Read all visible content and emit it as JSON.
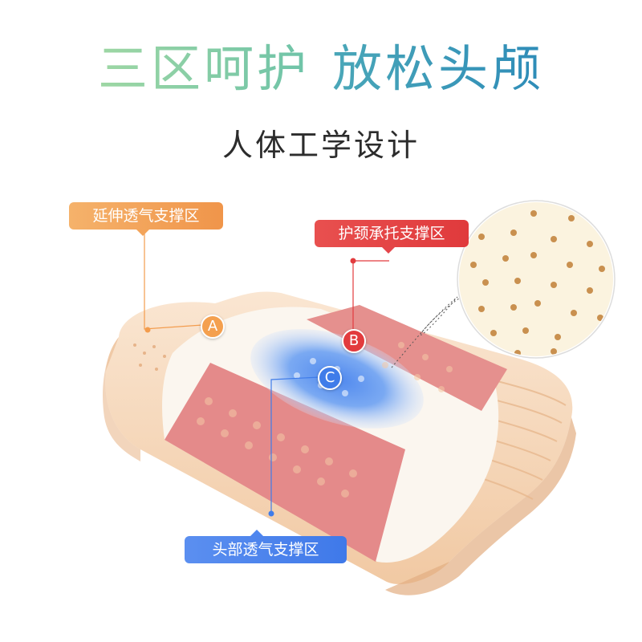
{
  "headline": {
    "part1": "三区呵护",
    "part2": "放松头颅"
  },
  "subhead": "人体工学设计",
  "zones": {
    "a": {
      "label": "延伸透气支撑区",
      "marker": "A",
      "color": "#f39c4d"
    },
    "b": {
      "label": "护颈承托支撑区",
      "marker": "B",
      "color": "#e23b3e"
    },
    "c": {
      "label": "头部透气支撑区",
      "marker": "C",
      "color": "#3f7ce9"
    }
  },
  "colors": {
    "pillow_base": "#f6d6b8",
    "zone_b_fill": "#e48a8a",
    "zone_c_fill": "#6fa4f0",
    "headline_green": "#8fd0a6",
    "headline_blue": "#3b97b8"
  },
  "images": {
    "pillow": "pillow-illustration",
    "closeup": "latex-pore-closeup"
  }
}
